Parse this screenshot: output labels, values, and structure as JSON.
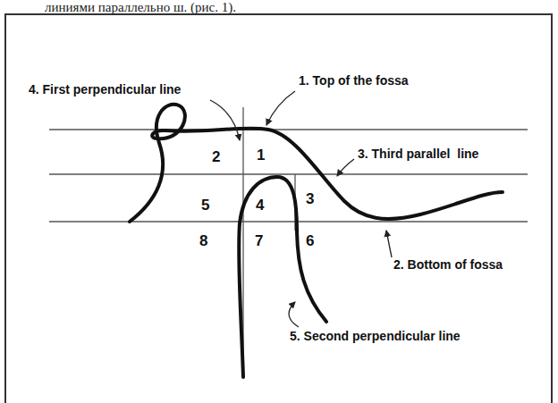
{
  "diagram": {
    "labels": [
      "линиями параллельно ш. (рис. 1).",
      "4. First perpendicular line",
      "1. Top of the fossa",
      "3. Third parallel  line",
      "2. Bottom of fossa",
      "5. Second perpendicular line",
      "2",
      "1",
      "5",
      "4",
      "3",
      "8",
      "7",
      "6"
    ]
  }
}
